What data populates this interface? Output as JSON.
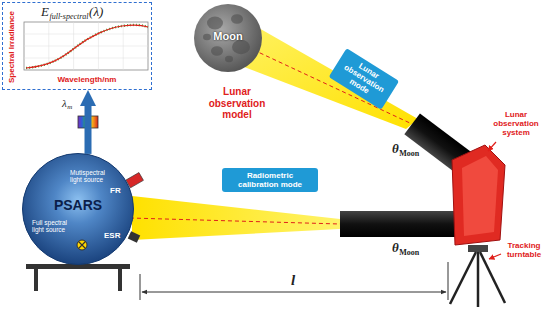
{
  "diagram": {
    "nodes": [
      {
        "text": [
          "E",
          "full-spectral",
          "(λ)",
          "Spectral Irradiance",
          "Wavelength/nm"
        ]
      },
      {
        "text": [
          "Moon"
        ]
      },
      {
        "text": [
          "Lunar observation mode"
        ]
      },
      {
        "text": [
          "Radiometric calibration mode"
        ]
      },
      {
        "text": [
          "PSARS",
          "Mutispectral light source",
          "FR",
          "ESR",
          "Full spectral light source"
        ]
      }
    ],
    "edges": [
      {
        "from": 4,
        "to": 0,
        "arrow": "to"
      }
    ],
    "labels": [
      "Lunar observation model",
      "λ",
      "m",
      "θ",
      "Moon",
      "θ",
      "Moon",
      "Lunar observation system",
      "Tracking turntable",
      "l"
    ]
  }
}
